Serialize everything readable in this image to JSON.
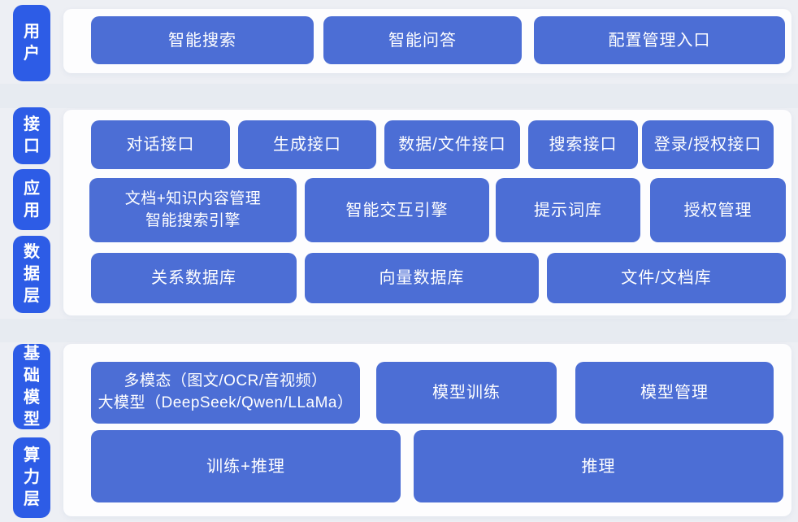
{
  "colors": {
    "background": "#edeff4",
    "gap_stripe": "#e7ebf1",
    "panel": "#fdfdfe",
    "pill_blue": "#2d5ce6",
    "block_blue": "#4c6ed5",
    "text": "#ffffff"
  },
  "layers": {
    "user": {
      "pill_label": "用户",
      "blocks": {
        "intelligent_search": "智能搜索",
        "intelligent_qa": "智能问答",
        "config_management_entry": "配置管理入口"
      }
    },
    "interface": {
      "pill_label": "接口",
      "blocks": {
        "dialog_api": "对话接口",
        "generation_api": "生成接口",
        "data_file_api": "数据/文件接口",
        "search_api": "搜索接口",
        "login_auth_api": "登录/授权接口"
      }
    },
    "application": {
      "pill_label": "应用",
      "blocks": {
        "doc_knowledge_line1": "文档+知识内容管理",
        "doc_knowledge_line2": "智能搜索引擎",
        "interaction_engine": "智能交互引擎",
        "prompt_library": "提示词库",
        "auth_management": "授权管理"
      }
    },
    "data_layer": {
      "pill_label": "数据层",
      "blocks": {
        "relational_db": "关系数据库",
        "vector_db": "向量数据库",
        "file_doc_store": "文件/文档库"
      }
    },
    "foundation_model": {
      "pill_label": "基础模型",
      "blocks": {
        "multimodal_line1": "多模态（图文/OCR/音视频）",
        "multimodal_line2": "大模型（DeepSeek/Qwen/LLaMa）",
        "model_training": "模型训练",
        "model_management": "模型管理"
      }
    },
    "compute_layer": {
      "pill_label": "算力层",
      "blocks": {
        "training_inference": "训练+推理",
        "inference": "推理"
      }
    }
  }
}
